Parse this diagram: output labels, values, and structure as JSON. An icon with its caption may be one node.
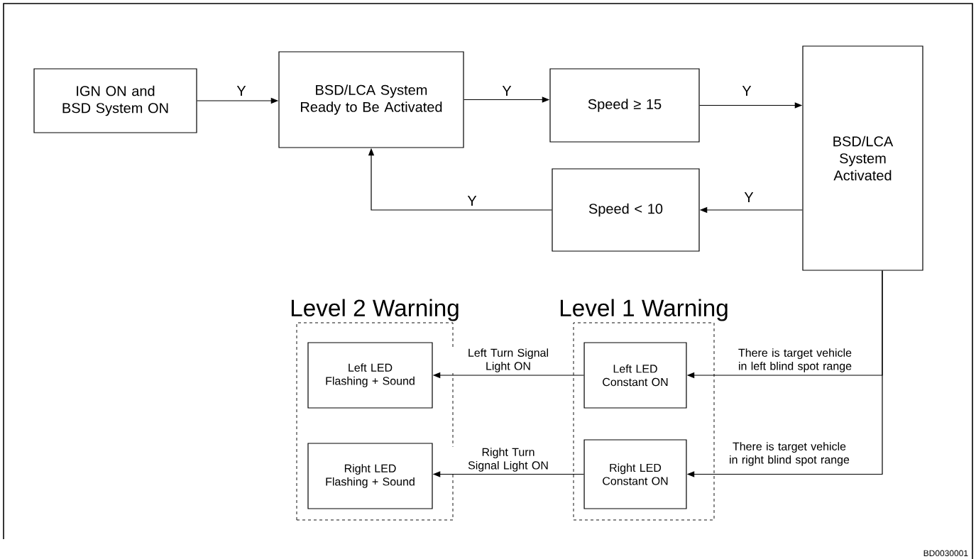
{
  "diagram": {
    "nodes": [
      {
        "text": [
          "IGN ON and BSD System ON"
        ]
      },
      {
        "text": [
          "BSD/LCA System Ready to Be Activated"
        ]
      },
      {
        "text": [
          "Speed ≥ 15"
        ]
      },
      {
        "text": [
          "BSD/LCA System Activated"
        ]
      },
      {
        "text": [
          "Speed < 10"
        ]
      },
      {
        "text": [
          "Level 2 Warning"
        ]
      },
      {
        "text": [
          "Left LED Flashing + Sound"
        ],
        "in": 5
      },
      {
        "text": [
          "Right LED Flashing + Sound"
        ],
        "in": 5
      },
      {
        "text": [
          "Level 1 Warning"
        ]
      },
      {
        "text": [
          "Left LED Constant ON"
        ],
        "in": 8
      },
      {
        "text": [
          "Right LED Constant ON"
        ],
        "in": 8
      }
    ],
    "edges": [
      {
        "from": 0,
        "to": 1,
        "arrow": "to",
        "label": "Y"
      },
      {
        "from": 1,
        "to": 2,
        "arrow": "to",
        "label": "Y"
      },
      {
        "from": 2,
        "to": 3,
        "arrow": "to",
        "label": "Y"
      },
      {
        "from": 3,
        "to": 4,
        "arrow": "to",
        "label": "Y"
      },
      {
        "from": 4,
        "to": 1,
        "arrow": "to",
        "label": "Y"
      },
      {
        "from": 3,
        "to": 9,
        "arrow": "to",
        "label": "There is target vehicle in left blind spot range"
      },
      {
        "from": 3,
        "to": 10,
        "arrow": "to",
        "label": "There is target vehicle in right blind spot range"
      },
      {
        "from": 9,
        "to": 6,
        "arrow": "to",
        "label": "Left Turn Signal Light ON"
      },
      {
        "from": 10,
        "to": 7,
        "arrow": "to",
        "label": "Right Turn Signal Light ON"
      }
    ],
    "labels": [
      "BD0030001"
    ]
  }
}
